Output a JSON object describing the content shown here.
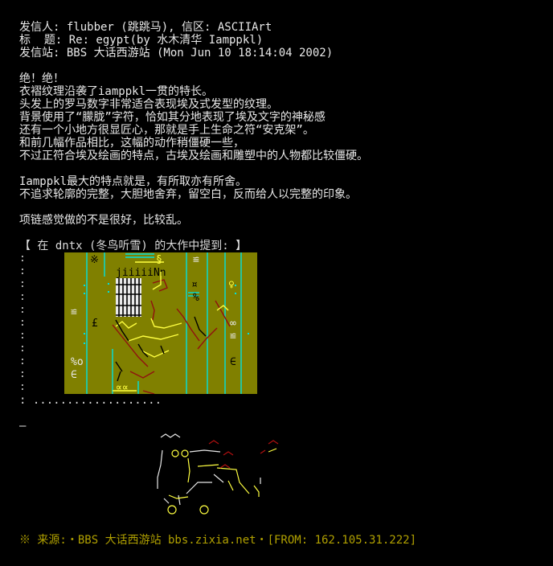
{
  "header": {
    "from_line": "发信人: flubber (跳跳马), 信区: ASCIIArt",
    "title_line": "标  题: Re: egypt(by 水木清华 Iamppkl)",
    "site_line": "发信站: BBS 大话西游站 (Mon Jun 10 18:14:04 2002)"
  },
  "body": {
    "paragraph1": [
      "绝！绝！",
      "衣褶纹理沿袭了iamppkl一贯的特长。",
      "头发上的罗马数字非常适合表现埃及式发型的纹理。",
      "背景使用了“朦胧”字符，恰如其分地表现了埃及文字的神秘感",
      "还有一个小地方很显匠心，那就是手上生命之符“安克架”。",
      "和前几幅作品相比，这幅的动作稍僵硬一些，",
      "不过正符合埃及绘画的特点，古埃及绘画和雕塑中的人物都比较僵硬。"
    ],
    "paragraph2": [
      "Iamppkl最大的特点就是，有所取亦有所舍。",
      "不追求轮廓的完整，大胆地舍弃，留空白，反而给人以完整的印象。"
    ],
    "paragraph3": [
      "项链感觉做的不是很好，比较乱。"
    ]
  },
  "quote": {
    "header": "【 在 dntx (冬鸟听雪) 的大作中提到: 】",
    "colon": ":",
    "dots": ": ..................."
  },
  "art": {
    "top_text": "jiiiiiNn",
    "symbols": [
      "※",
      "§",
      "≌",
      "♀",
      "¤",
      "%",
      "≌",
      "£",
      "∞",
      "≌",
      "%o",
      "∈",
      "∈",
      "∝∝"
    ]
  },
  "signature": {
    "dash": "—"
  },
  "footer": {
    "text": "※ 来源:・BBS 大话西游站 bbs.zixia.net・[FROM: 162.105.31.222]"
  },
  "colors": {
    "background": "#000000",
    "text": "#e8e8e8",
    "art_bg": "#808000",
    "art_cyan": "#00e0e0",
    "art_yellow": "#ffff40",
    "art_red": "#b01010",
    "footer": "#b0a000"
  }
}
